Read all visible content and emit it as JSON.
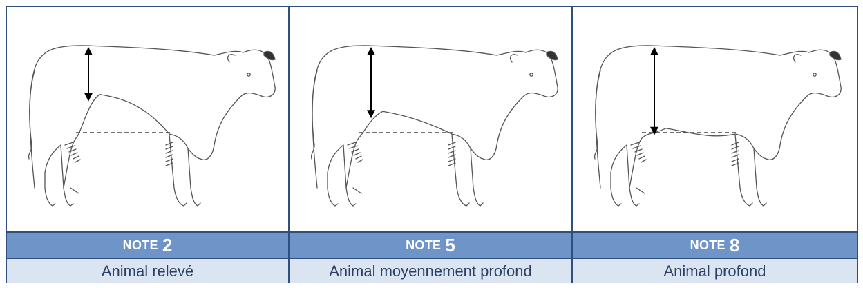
{
  "panels": [
    {
      "note_word": "NOTE",
      "note_number": "2",
      "description": "Animal relevé",
      "belly_depth": 0.38
    },
    {
      "note_word": "NOTE",
      "note_number": "5",
      "description": "Animal moyennement profond",
      "belly_depth": 0.62
    },
    {
      "note_word": "NOTE",
      "note_number": "8",
      "description": "Animal profond",
      "belly_depth": 0.86
    }
  ],
  "colors": {
    "header_bg": "#6f94c8",
    "label_bg": "#dbe5f1",
    "border": "#2f4f7f",
    "label_text": "#2a3f66"
  },
  "icons": [
    "cow-drawing-icon",
    "double-arrow-icon"
  ]
}
